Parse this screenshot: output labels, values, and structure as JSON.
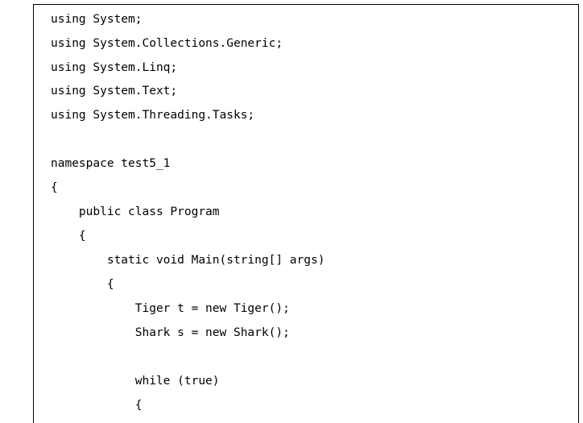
{
  "code": {
    "lines": [
      "using System;",
      "using System.Collections.Generic;",
      "using System.Linq;",
      "using System.Text;",
      "using System.Threading.Tasks;",
      "",
      "namespace test5_1",
      "{",
      "    public class Program",
      "    {",
      "        static void Main(string[] args)",
      "        {",
      "            Tiger t = new Tiger();",
      "            Shark s = new Shark();",
      "",
      "            while (true)",
      "            {"
    ]
  }
}
